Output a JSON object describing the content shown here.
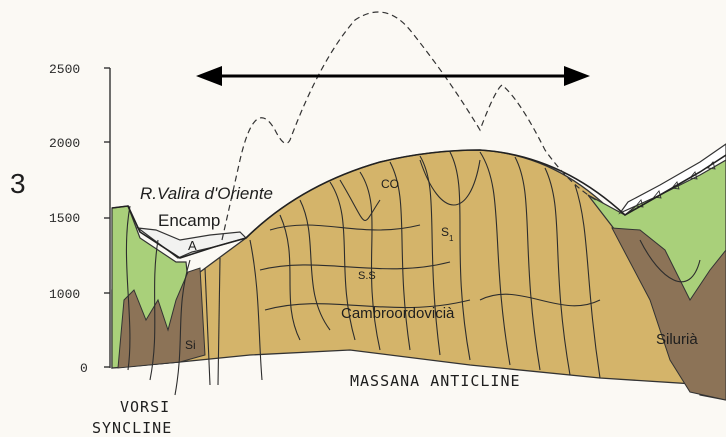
{
  "figure": {
    "number": "3",
    "y_axis_ticks": [
      "2500",
      "2000",
      "1500",
      "1000",
      "0"
    ]
  },
  "labels": {
    "river": "R.Valira d'Oriente",
    "town": "Encamp",
    "town_marker": "A",
    "unit_co": "CO",
    "unit_s1": "S",
    "unit_s1_sub": "1",
    "unit_ss": "S.S",
    "unit_si": "Si",
    "cambroordovician": "Cambroordovicià",
    "silurian": "Silurià",
    "anticline": "MASSANA   ANTICLINE",
    "syncline_1": "VORSI",
    "syncline_2": "SYNCLINE"
  },
  "colors": {
    "cambro_ordovician": "#d4b46a",
    "silurian_green": "#a9d07a",
    "silurian_dark": "#8c7357",
    "river_fill": "#f2f2f0",
    "paper": "#fbf9f4"
  }
}
